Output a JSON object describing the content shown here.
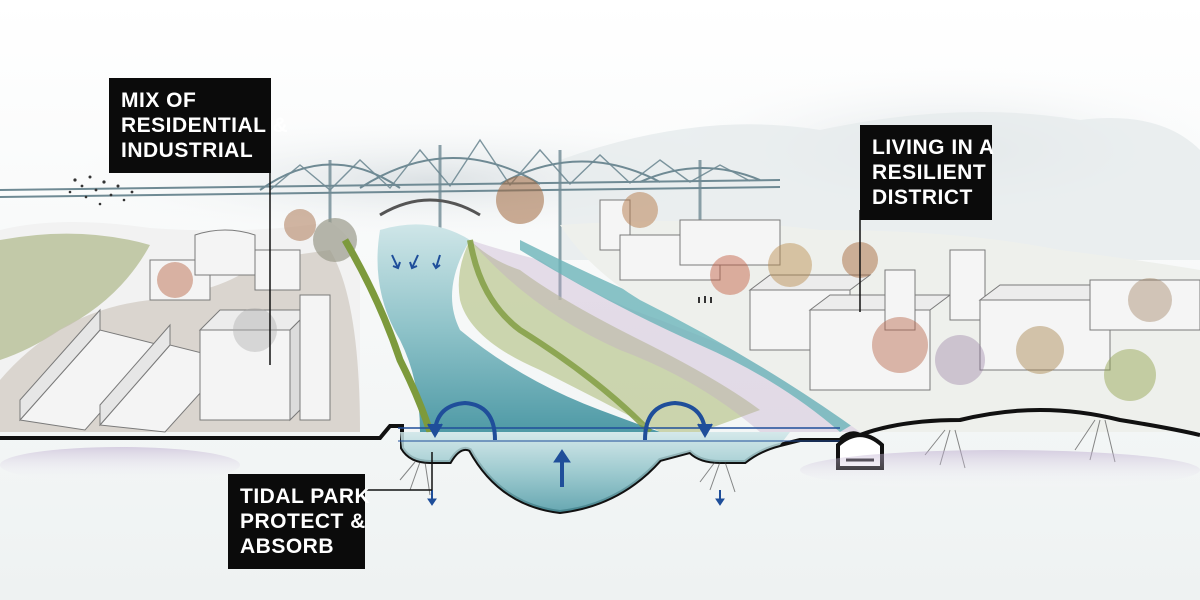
{
  "labels": {
    "mix": [
      "MIX OF",
      "RESIDENTIAL &",
      "INDUSTRIAL"
    ],
    "living": [
      "LIVING IN A",
      "RESILIENT",
      "DISTRICT"
    ],
    "tidal": [
      "TIDAL PARK",
      "PROTECT &",
      "ABSORB"
    ]
  },
  "colors": {
    "water": "#8fc3c9",
    "water_deep": "#4f9aa6",
    "flow_arrow": "#1f4e9a",
    "ground_line": "#111111",
    "grass": "#7d9a3c",
    "building": "#f4f4f4",
    "bridge": "#6f8a94",
    "label_bg": "#0b0b0b",
    "label_text": "#ffffff"
  },
  "icons": [
    "flow-arrow-icon",
    "curved-arrow-icon",
    "down-arrow-icon",
    "up-arrow-icon"
  ]
}
